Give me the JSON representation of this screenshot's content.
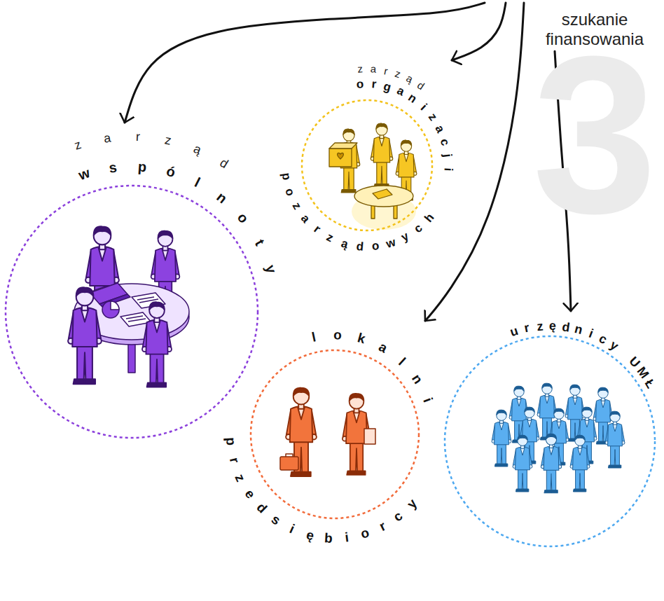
{
  "diagram": {
    "nodes": [
      {
        "text": [
          "szukanie finansowania"
        ]
      },
      {
        "text": [
          "zarząd",
          "wspólnoty"
        ]
      },
      {
        "text": [
          "zarząd",
          "organizacji pozarządowych"
        ]
      },
      {
        "text": [
          "lokalni przedsiębiorcy"
        ]
      },
      {
        "text": [
          "urzędnicy UMŁ"
        ]
      }
    ],
    "edges": [
      {
        "from": 0,
        "to": 1,
        "arrow": "to"
      },
      {
        "from": 0,
        "to": 2,
        "arrow": "to"
      },
      {
        "from": 0,
        "to": 3,
        "arrow": "to"
      },
      {
        "from": 0,
        "to": 4,
        "arrow": "to"
      }
    ],
    "labels": [
      "3"
    ]
  }
}
